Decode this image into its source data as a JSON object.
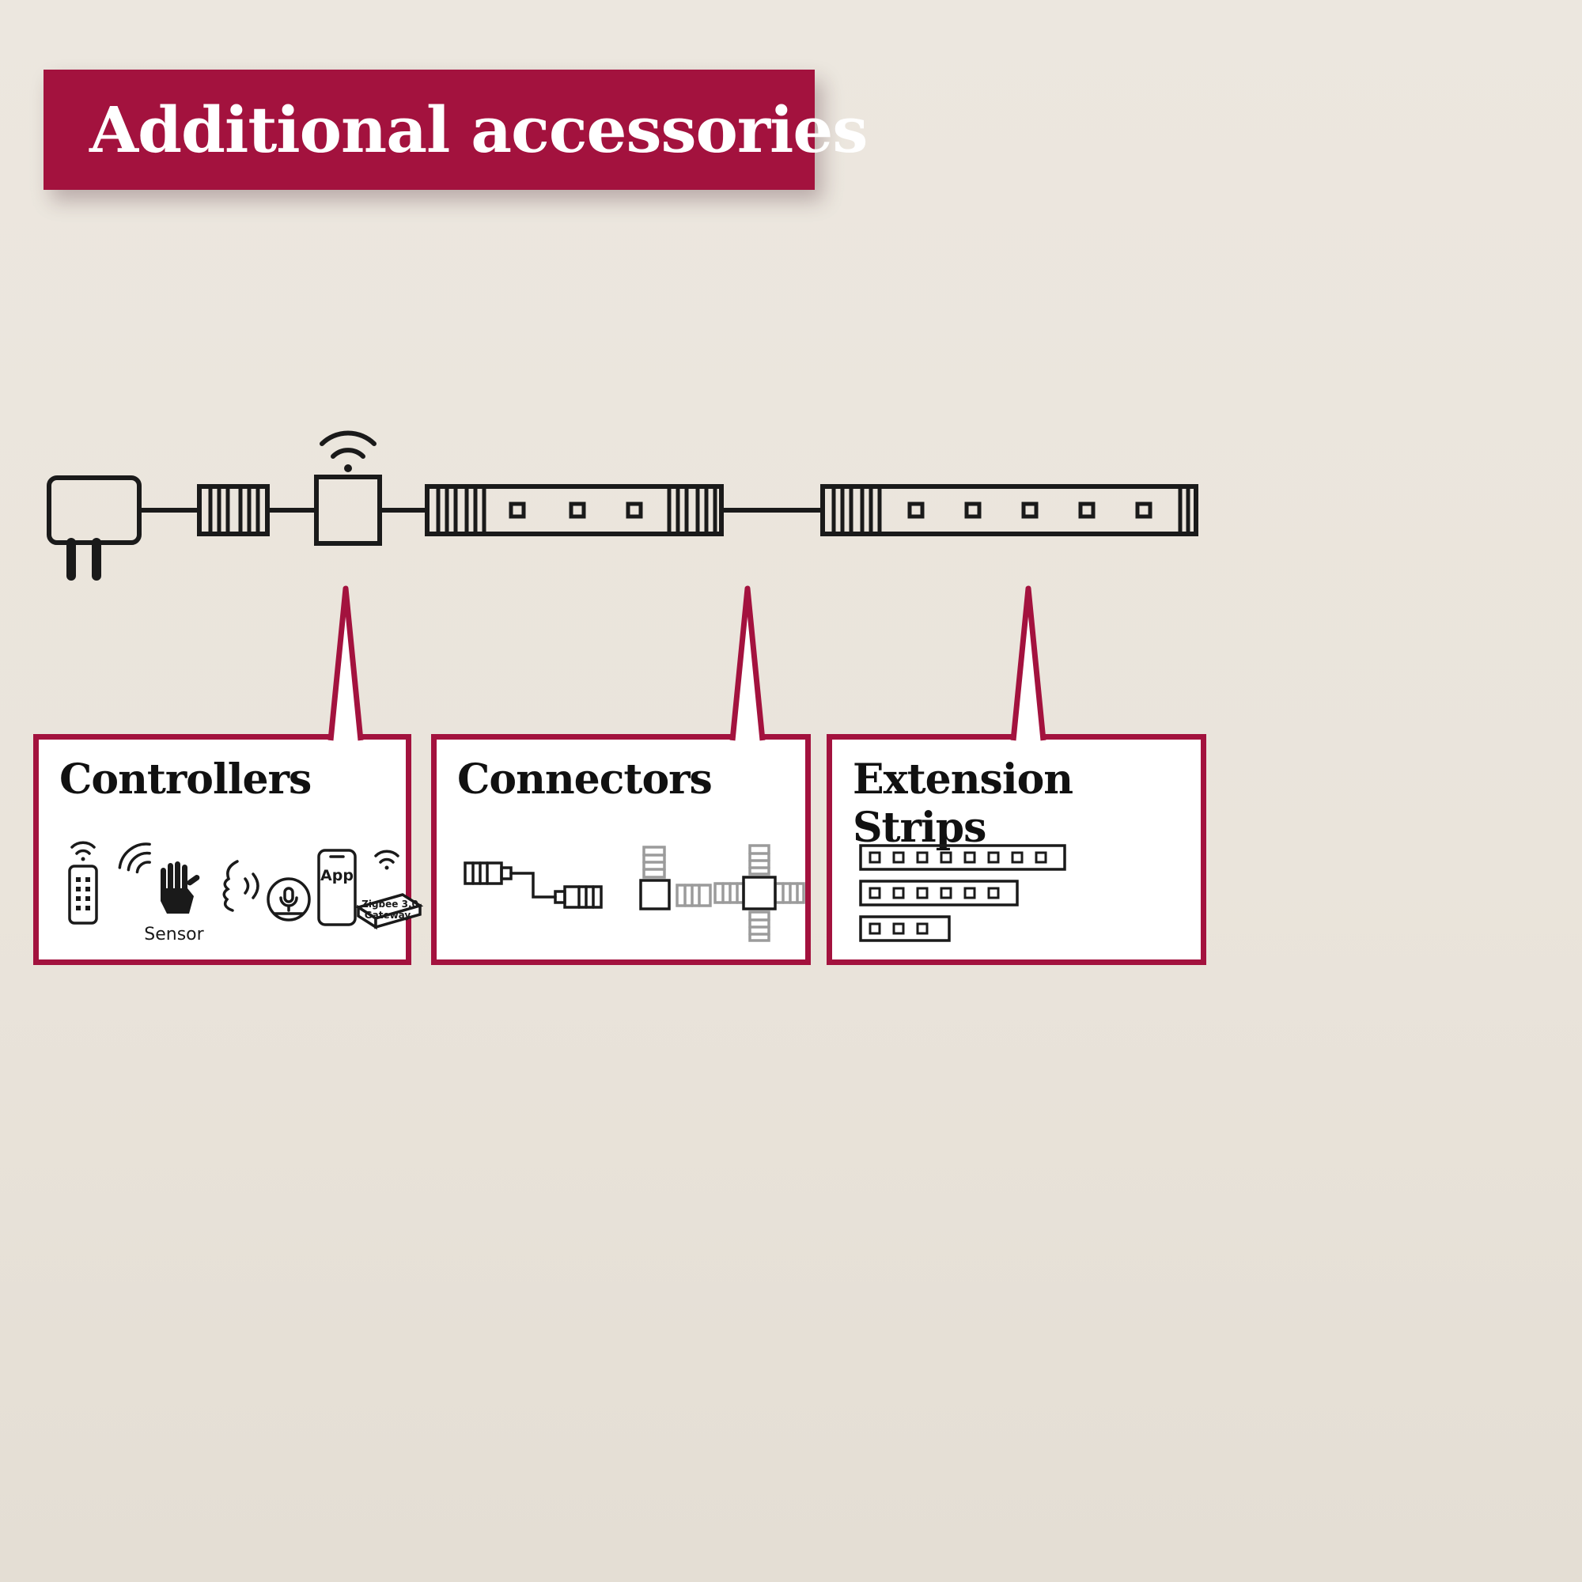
{
  "colors": {
    "accent": "#a3123e",
    "background": "#eae4db",
    "ink": "#1a1a1a",
    "panel_bg": "#ffffff"
  },
  "banner": {
    "title": "Additional accessories"
  },
  "panels": {
    "controllers": {
      "title": "Controllers",
      "sensor_label": "Sensor",
      "app_label": "App",
      "gateway_label_line1": "Zigbee 3.0",
      "gateway_label_line2": "Gateway"
    },
    "connectors": {
      "title": "Connectors"
    },
    "extension_strips": {
      "title": "Extension Strips"
    }
  },
  "diagram": {
    "icons": [
      "power-plug",
      "strip-connector",
      "wifi-controller",
      "led-strip",
      "led-strip"
    ]
  }
}
